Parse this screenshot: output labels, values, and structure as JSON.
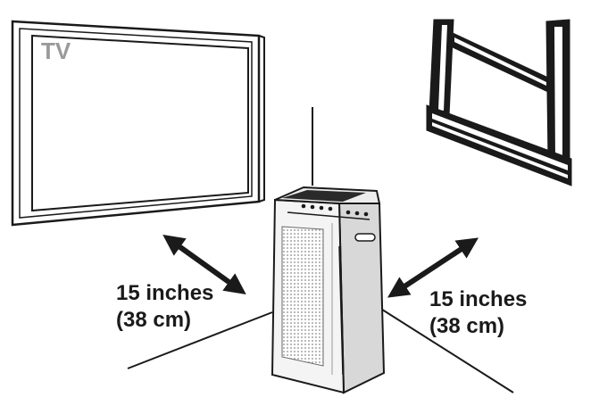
{
  "tv": {
    "label": "TV"
  },
  "clearance_left": {
    "line1": "15 inches",
    "line2": "(38 cm)"
  },
  "clearance_right": {
    "line1": "15 inches",
    "line2": "(38 cm)"
  },
  "colors": {
    "ink": "#1a1a1a",
    "tv_label": "#9a9a9a",
    "purifier_body": "#f4f4f4",
    "purifier_shade": "#d8d8d8"
  }
}
